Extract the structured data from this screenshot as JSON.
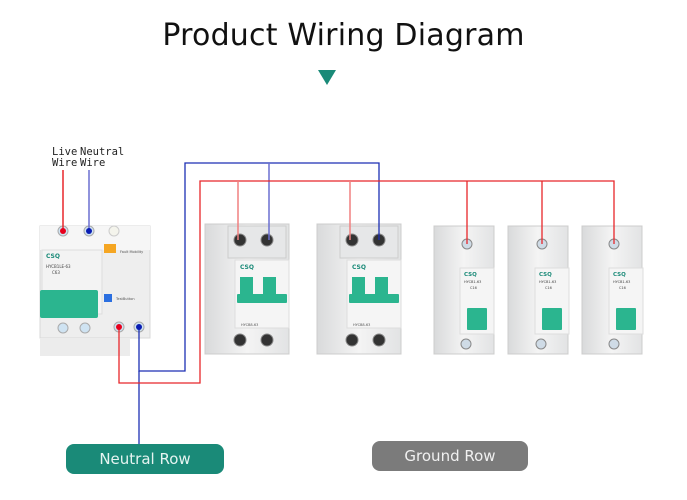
{
  "title": "Product Wiring Diagram",
  "labels": {
    "live_wire": "Live\nWire",
    "neutral_wire": "Neutral\nWire"
  },
  "colors": {
    "accent": "#1a8a78",
    "live": "#e8262a",
    "neutral": "#1c2fb3",
    "ground_button": "#7b7b7b",
    "breaker_handle": "#2bb58f"
  },
  "devices": {
    "rcbo": {
      "brand": "CSQ",
      "model": "HYCB1LE-63",
      "rating": "C63",
      "label": "Fault Mobility",
      "test_button": "TestButton"
    },
    "two_pole": [
      {
        "brand": "CSQ",
        "model": "HYCB8-63"
      },
      {
        "brand": "CSQ",
        "model": "HYCB8-63"
      }
    ],
    "single_pole": [
      {
        "brand": "CSQ",
        "model": "HYCB1-63",
        "rating": "C16"
      },
      {
        "brand": "CSQ",
        "model": "HYCB1-63",
        "rating": "C16"
      },
      {
        "brand": "CSQ",
        "model": "HYCB1-63",
        "rating": "C16"
      }
    ]
  },
  "buttons": {
    "neutral_row": "Neutral Row",
    "ground_row": "Ground Row"
  }
}
